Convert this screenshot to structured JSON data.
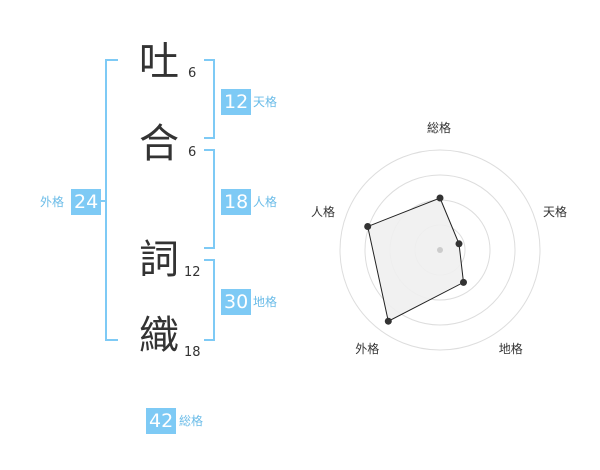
{
  "name": {
    "chars": [
      {
        "char": "吐",
        "strokes": "6"
      },
      {
        "char": "合",
        "strokes": "6"
      },
      {
        "char": "詞",
        "strokes": "12"
      },
      {
        "char": "織",
        "strokes": "18"
      }
    ]
  },
  "fortune": {
    "tenkaku": {
      "value": "12",
      "label": "天格"
    },
    "jinkaku": {
      "value": "18",
      "label": "人格"
    },
    "chikaku": {
      "value": "30",
      "label": "地格"
    },
    "gaikaku": {
      "value": "24",
      "label": "外格"
    },
    "soukaku": {
      "value": "42",
      "label": "総格"
    }
  },
  "colors": {
    "bracket": "#7ecaf5",
    "badge_bg": "#7ecaf5",
    "label": "#6bbce8",
    "text": "#333333",
    "radar_fill": "#f0f0f0",
    "radar_line": "#222222"
  },
  "chart_data": {
    "type": "radar",
    "axes": [
      "総格",
      "天格",
      "地格",
      "外格",
      "人格"
    ],
    "values": [
      2.6,
      1.0,
      2.0,
      4.4,
      3.8
    ],
    "rings": 4,
    "max": 5
  }
}
